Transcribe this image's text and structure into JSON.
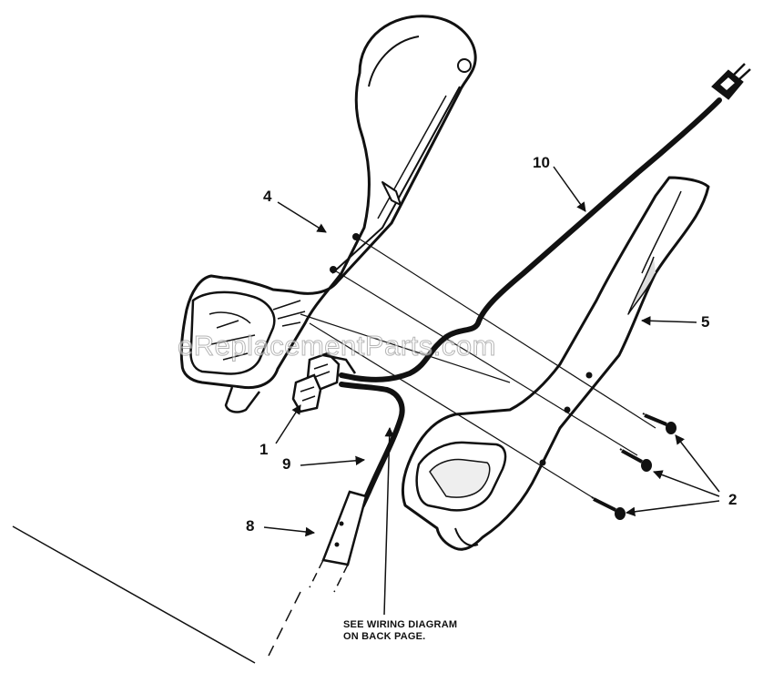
{
  "callouts": {
    "c1": "1",
    "c2": "2",
    "c4": "4",
    "c5": "5",
    "c8": "8",
    "c9": "9",
    "c10": "10"
  },
  "note": {
    "line1": "SEE WIRING DIAGRAM",
    "line2": "ON BACK PAGE."
  },
  "watermark": "eReplacementParts.com",
  "colors": {
    "ink": "#111111",
    "part_fill": "#ffffff",
    "shade": "#d8d8d8"
  }
}
